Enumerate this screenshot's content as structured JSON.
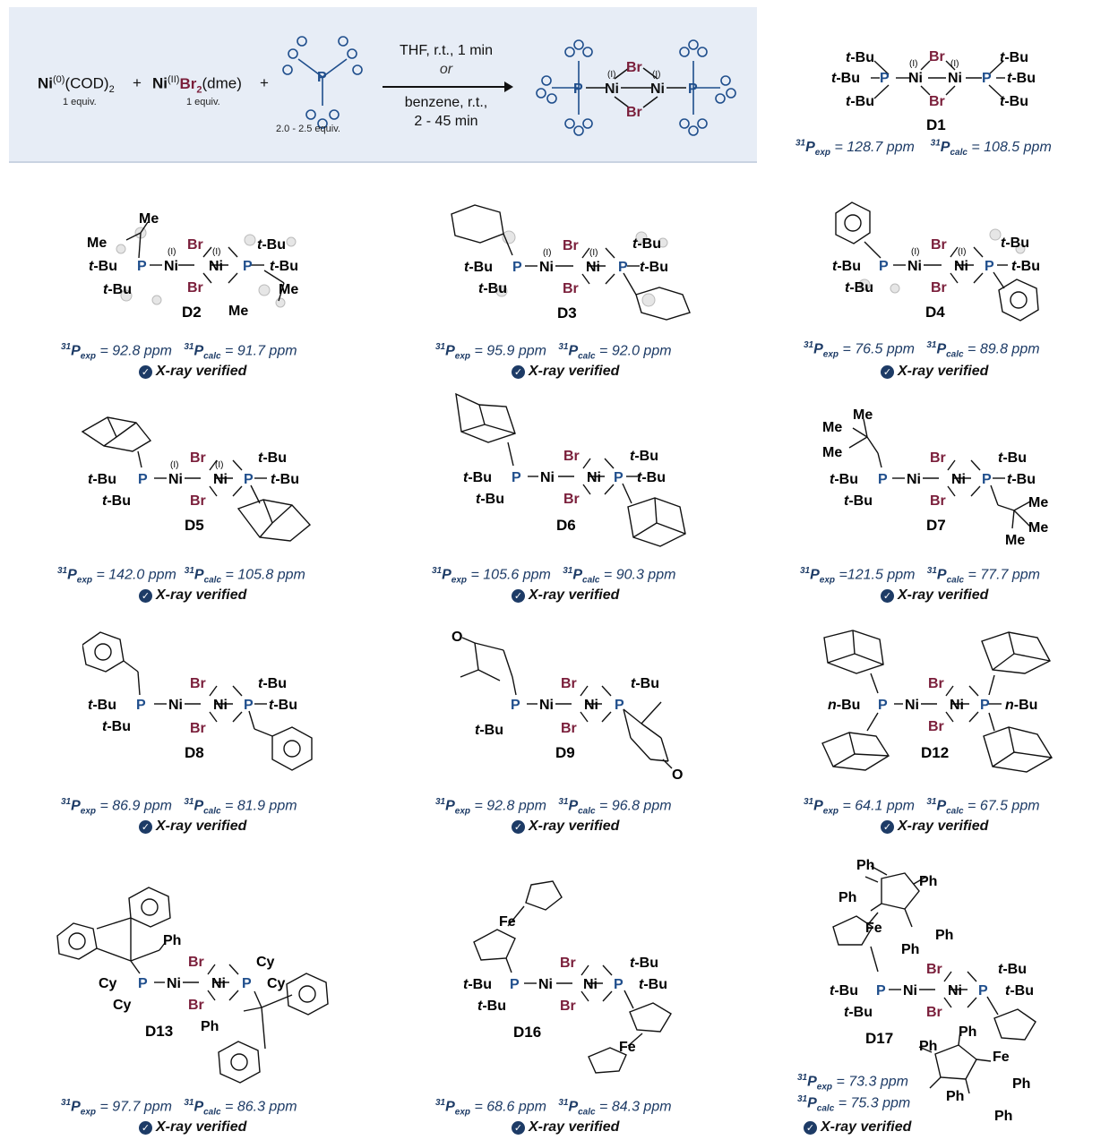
{
  "scheme": {
    "reagent1": "Ni(0)(COD)2",
    "reagent1_equiv": "1 equiv.",
    "reagent2": "Ni(II)Br2(dme)",
    "reagent2_equiv": "1 equiv.",
    "ligand_equiv": "2.0 - 2.5 equiv.",
    "plus": "+",
    "cond_line1": "THF, r.t., 1 min",
    "cond_or": "or",
    "cond_line2": "benzene, r.t.,",
    "cond_line3": "2 - 45 min"
  },
  "labels": {
    "xray": "X-ray verified"
  },
  "complexes": [
    {
      "id": "D1",
      "left": "t-Bu",
      "top": "t-Bu",
      "bottom": "t-Bu",
      "right": "t-Bu",
      "rtop": "t-Bu",
      "rbottom": "t-Bu",
      "exp": "128.7 ppm",
      "calc": "108.5 ppm",
      "xray": false
    },
    {
      "id": "D2",
      "exp": "92.8 ppm",
      "calc": "91.7 ppm",
      "xray": true
    },
    {
      "id": "D3",
      "exp": "95.9 ppm",
      "calc": "92.0 ppm",
      "xray": true
    },
    {
      "id": "D4",
      "exp": "76.5 ppm",
      "calc": "89.8 ppm",
      "xray": true
    },
    {
      "id": "D5",
      "exp": "142.0 ppm",
      "calc": "105.8 ppm",
      "xray": true
    },
    {
      "id": "D6",
      "exp": "105.6 ppm",
      "calc": "90.3 ppm",
      "xray": true
    },
    {
      "id": "D7",
      "exp": "121.5 ppm",
      "calc": "77.7 ppm",
      "xray": true
    },
    {
      "id": "D8",
      "exp": "86.9 ppm",
      "calc": "81.9 ppm",
      "xray": true
    },
    {
      "id": "D9",
      "exp": "92.8 ppm",
      "calc": "96.8 ppm",
      "xray": true
    },
    {
      "id": "D12",
      "exp": "64.1 ppm",
      "calc": "67.5 ppm",
      "xray": true
    },
    {
      "id": "D13",
      "exp": "97.7 ppm",
      "calc": "86.3 ppm",
      "xray": true
    },
    {
      "id": "D16",
      "exp": "68.6 ppm",
      "calc": "84.3 ppm",
      "xray": true
    },
    {
      "id": "D17",
      "exp": "73.3 ppm",
      "calc": "75.3 ppm",
      "xray": true
    }
  ],
  "atoms": {
    "ni": "Ni",
    "br": "Br",
    "p": "P",
    "ox": "(I)",
    "tbu": "t-Bu",
    "me": "Me",
    "nbu": "n-Bu",
    "cy": "Cy",
    "ph": "Ph",
    "fe": "Fe",
    "o": "O"
  },
  "nmr_text": {
    "sup": "31",
    "p": "P",
    "exp_sub": "exp",
    "calc_sub": "calc",
    "eq": " = ",
    "eq_tight": " ="
  },
  "colors": {
    "header_bg": "#e7edf6",
    "phosphorus": "#1f4e8c",
    "bromine": "#7a1e3a",
    "nmr_text": "#1d3b66"
  }
}
